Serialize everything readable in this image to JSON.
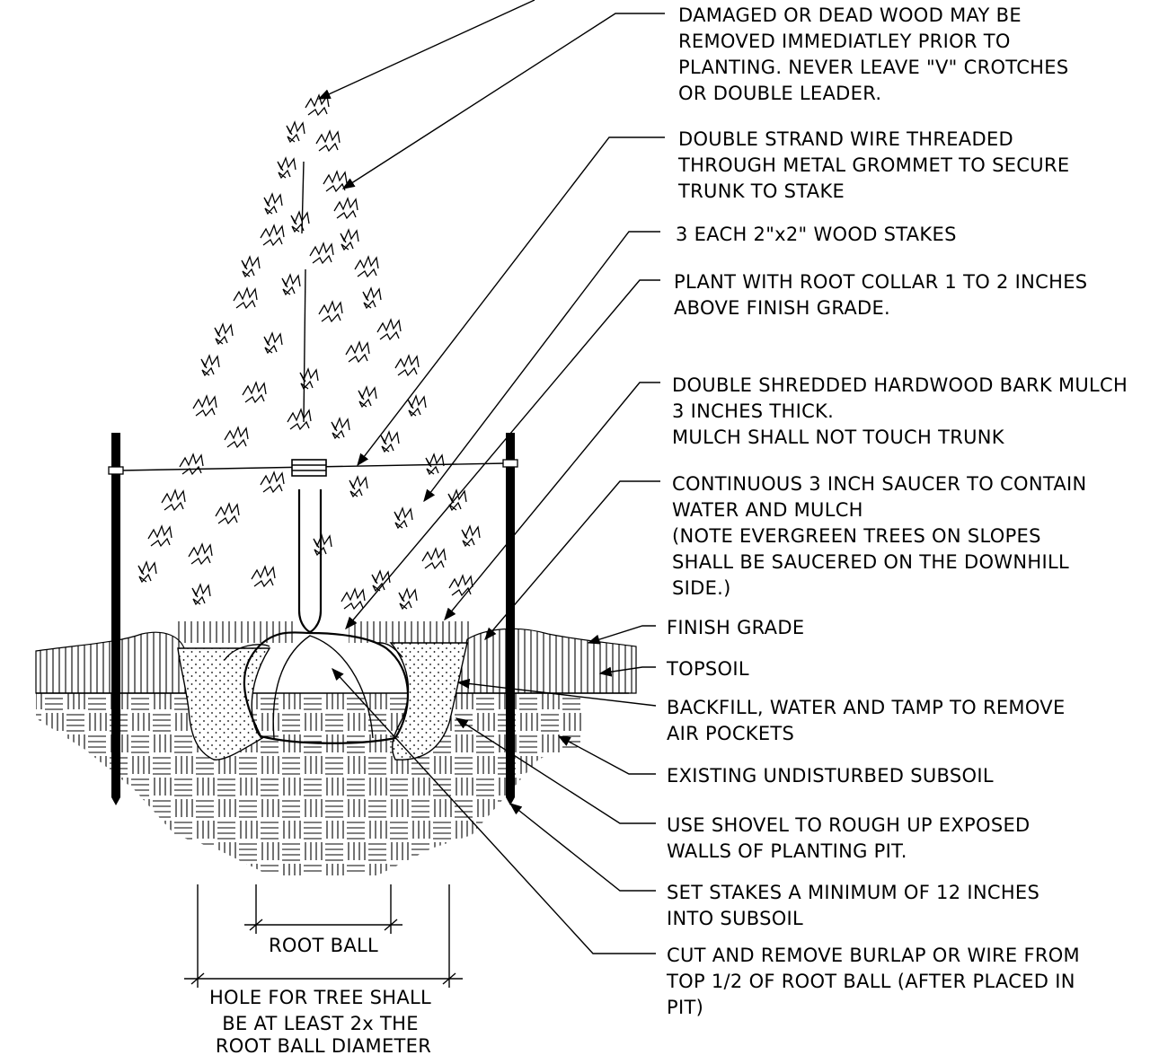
{
  "notes": [
    [
      "DAMAGED OR DEAD WOOD MAY BE",
      "REMOVED IMMEDIATLEY PRIOR TO",
      "PLANTING.  NEVER LEAVE \"V\" CROTCHES",
      "OR DOUBLE LEADER."
    ],
    [
      "DOUBLE STRAND WIRE THREADED",
      "THROUGH METAL GROMMET TO SECURE",
      "TRUNK TO STAKE"
    ],
    [
      "3 EACH 2\"x2\" WOOD STAKES"
    ],
    [
      "PLANT WITH ROOT COLLAR 1 TO 2 INCHES",
      "ABOVE FINISH GRADE."
    ],
    [
      "DOUBLE SHREDDED HARDWOOD BARK MULCH",
      "3 INCHES THICK.",
      "MULCH SHALL NOT TOUCH TRUNK"
    ],
    [
      "CONTINUOUS 3 INCH SAUCER TO CONTAIN",
      "WATER AND MULCH",
      "(NOTE  EVERGREEN TREES ON SLOPES",
      "SHALL BE SAUCERED ON THE DOWNHILL",
      "SIDE.)"
    ],
    [
      "FINISH GRADE"
    ],
    [
      "TOPSOIL"
    ],
    [
      "BACKFILL, WATER AND TAMP TO REMOVE",
      "AIR POCKETS"
    ],
    [
      "EXISTING UNDISTURBED SUBSOIL"
    ],
    [
      "USE SHOVEL TO ROUGH UP EXPOSED",
      "WALLS OF PLANTING PIT."
    ],
    [
      "SET STAKES A MINIMUM OF 12 INCHES",
      "INTO SUBSOIL"
    ],
    [
      "CUT AND REMOVE BURLAP OR WIRE FROM",
      "TOP 1/2 OF ROOT BALL (AFTER PLACED IN",
      "PIT)"
    ]
  ],
  "dimensions": {
    "root_ball": "ROOT BALL",
    "hole": [
      "HOLE FOR TREE SHALL",
      "BE AT LEAST 2x THE",
      "ROOT BALL DIAMETER"
    ]
  }
}
